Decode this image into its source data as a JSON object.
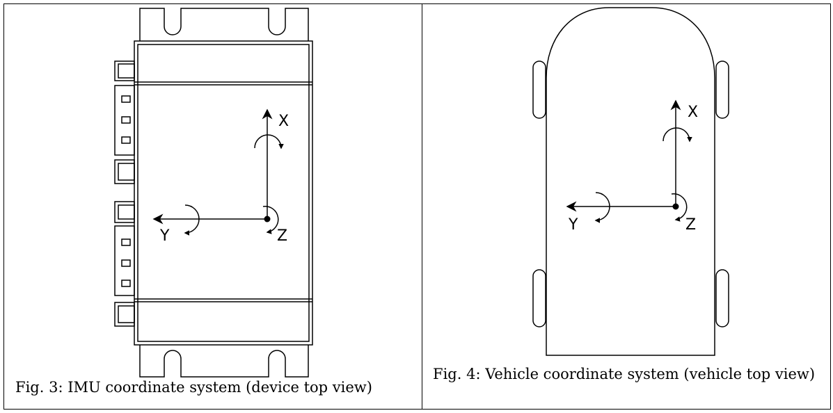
{
  "left_panel": {
    "caption": "Fig. 3: IMU coordinate system (device top view)",
    "axes": {
      "x": "X",
      "y": "Y",
      "z": "Z"
    }
  },
  "right_panel": {
    "caption": "Fig. 4:  Vehicle coordinate system (vehicle top view)",
    "axes": {
      "x": "X",
      "y": "Y",
      "z": "Z"
    }
  }
}
